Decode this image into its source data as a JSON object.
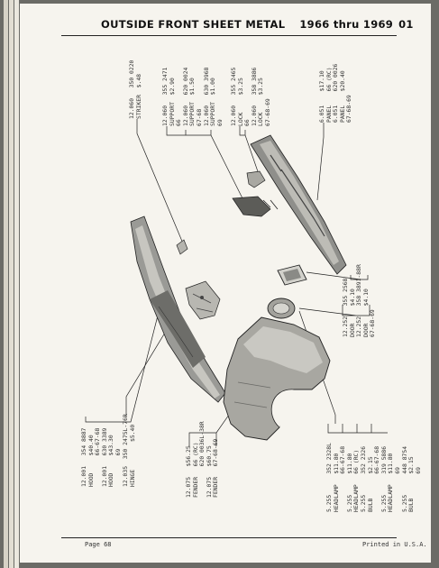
{
  "header": {
    "title": "OUTSIDE FRONT SHEET METAL",
    "years": "1966 thru 1969",
    "section": "01"
  },
  "labels": {
    "hood": "12.001   354 8887\nHOOD     $40.40\n         66-67-68\n12.001   630 3389\nHOOD     $43.30\n         69",
    "hinge": "12.035  350 2475L-76R\nHINGE        $5.40",
    "fender": "12.075   $56.25\nFENDER   66 (RC)\n         620 0036L-38R\n12.075   $60.75\nFENDER   67-68-69",
    "headlamp": "5.255      352 2328L\nHEADLAMP   $11.80\n           66-67-68\n5.255      $11.80\nHEADLAMP   66 (RC)\n5.255      352 2326\nBULB       $2.15\n           66-67-68\n5.255      319 5886\nHEADLAMP   $11.80\n           69\n5.255      448 8754\nBULB       $2.15\n           69",
    "door": "12.252   355 2568\nDOOR     $4.10\n12.252   358 3891-88R\nDOOR     $4.10\n67-68-69",
    "striker": "12.060   350 0220\nSTRIKER  $.48",
    "support": "12.060   355 2471\nSUPPORT  $2.90\n66\n12.060   620 0024\nSUPPORT  $1.50\n67-68\n12.060   630 3968\nSUPPORT  $1.00\n69",
    "lock": "12.060   355 2465\nLOCK     $3.25\n66\n12.060   358 3886\nLOCK     $3.25\n67-68-69",
    "panel": "6.051    $17.10\nPANEL    66 (RC)\n6.051    620 0026\nPANEL    $20.40\n67-68-69"
  },
  "footer": {
    "page": "Page 68",
    "printed": "Printed in U.S.A."
  }
}
